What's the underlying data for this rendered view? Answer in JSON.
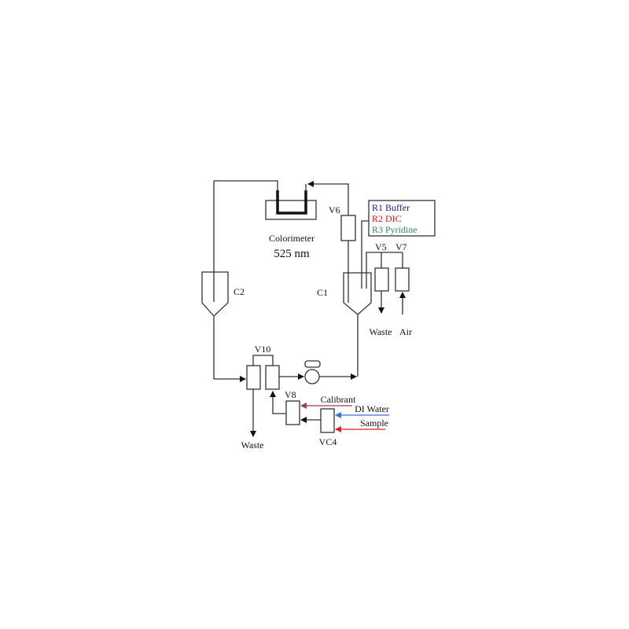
{
  "diagram": {
    "type": "flow-injection-analyzer-schematic",
    "colorimeter": {
      "label": "Colorimeter",
      "wavelength": "525 nm"
    },
    "vessels": [
      {
        "id": "C1",
        "label": "C1"
      },
      {
        "id": "C2",
        "label": "C2"
      }
    ],
    "valves": [
      {
        "id": "V5",
        "label": "V5"
      },
      {
        "id": "V6",
        "label": "V6"
      },
      {
        "id": "V7",
        "label": "V7"
      },
      {
        "id": "V8",
        "label": "V8"
      },
      {
        "id": "V10",
        "label": "V10"
      },
      {
        "id": "VC4",
        "label": "VC4"
      }
    ],
    "reagents_legend": [
      {
        "label": "R1 Buffer",
        "color": "#1a1aa0"
      },
      {
        "label": "R2 DIC",
        "color": "#e01010"
      },
      {
        "label": "R3 Pyridine",
        "color": "#2a8a5a"
      }
    ],
    "outlets": {
      "waste_top": "Waste",
      "air": "Air",
      "waste_bottom": "Waste"
    },
    "inputs": [
      {
        "label": "Calibrant",
        "color": "#9a3a6a"
      },
      {
        "label": "DI Water",
        "color": "#3a6fd8"
      },
      {
        "label": "Sample",
        "color": "#e0201a"
      }
    ],
    "pump": {
      "icon": "pump-icon"
    }
  }
}
